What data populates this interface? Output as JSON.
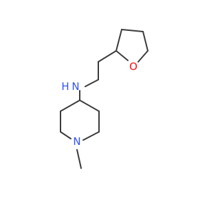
{
  "atoms": [
    {
      "id": "N1",
      "symbol": "N",
      "color": "#3050F8"
    },
    {
      "id": "N2",
      "symbol": "N",
      "color": "#3050F8"
    },
    {
      "id": "O1",
      "symbol": "O",
      "color": "#FF0D0D"
    },
    {
      "id": "H1",
      "symbol": "H",
      "color": "#3050F8"
    }
  ]
}
